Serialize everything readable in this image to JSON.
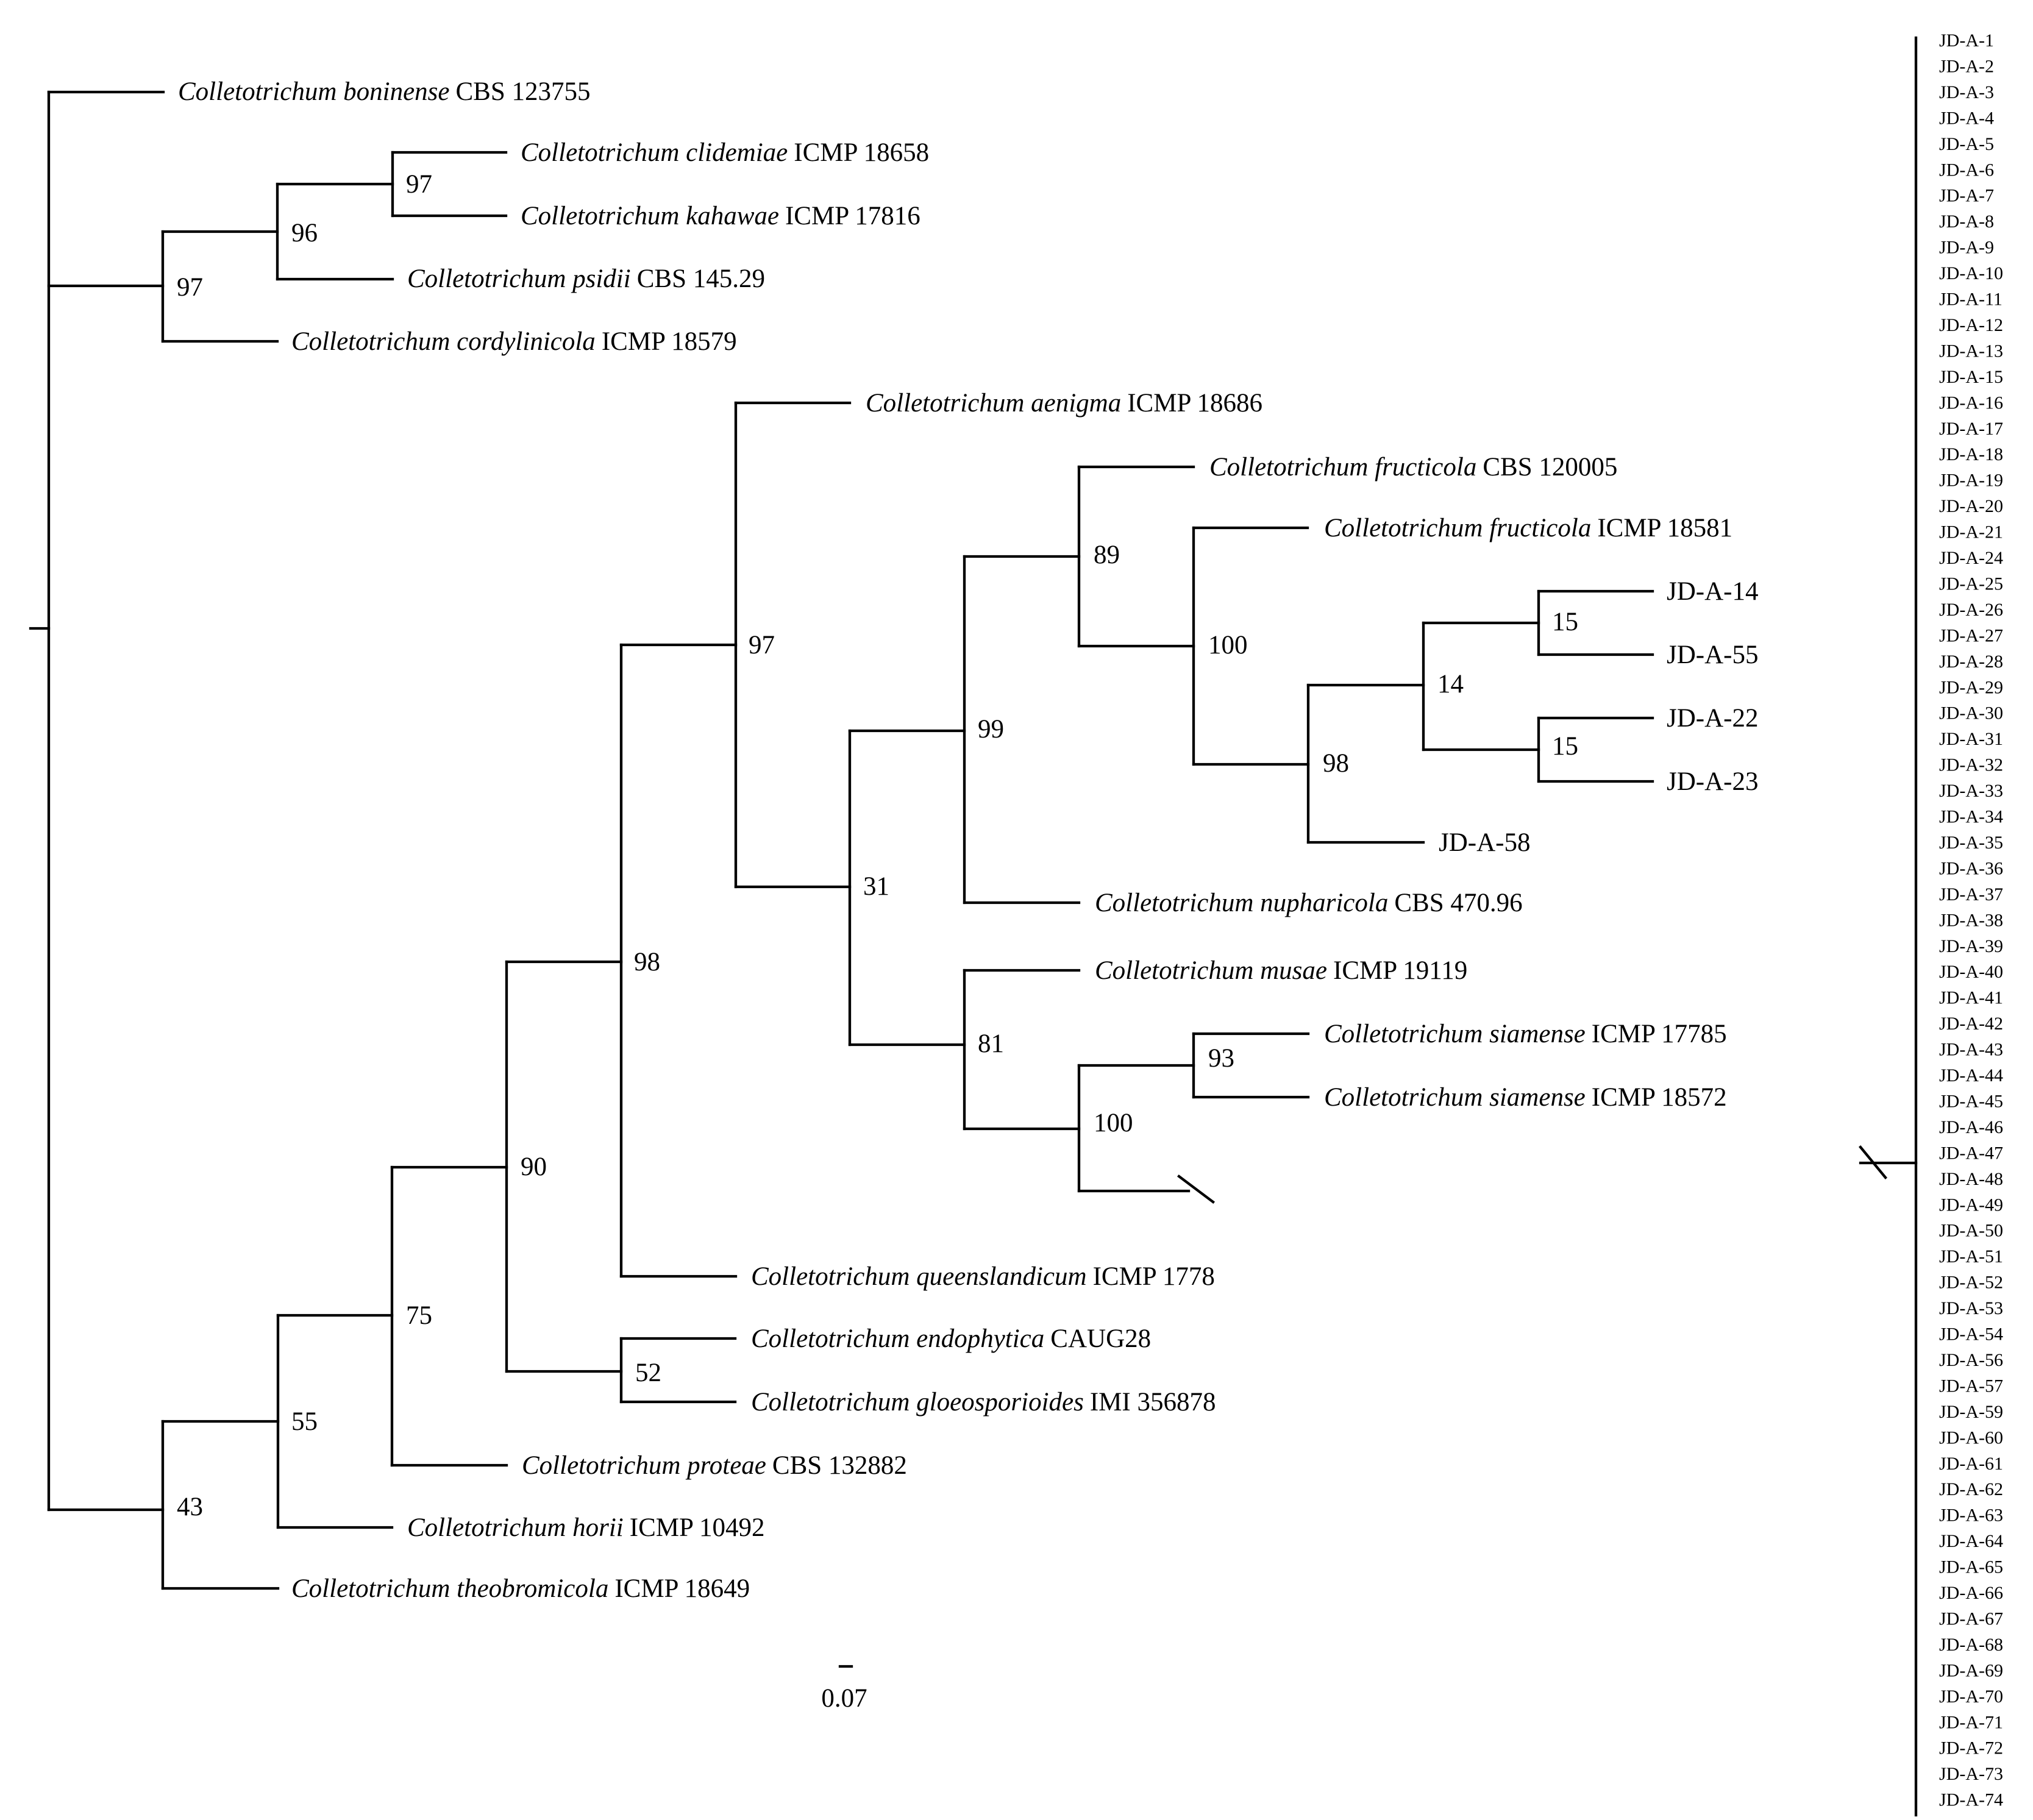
{
  "figure": {
    "scale_bar_label": "0.07"
  },
  "taxa": {
    "t1": {
      "species": "Colletotrichum boninense",
      "strain": "CBS 123755"
    },
    "t2": {
      "species": "Colletotrichum clidemiae",
      "strain": "ICMP 18658"
    },
    "t3": {
      "species": "Colletotrichum kahawae",
      "strain": "ICMP 17816"
    },
    "t4": {
      "species": "Colletotrichum psidii",
      "strain": "CBS 145.29"
    },
    "t5": {
      "species": "Colletotrichum cordylinicola",
      "strain": "ICMP 18579"
    },
    "t6": {
      "species": "Colletotrichum aenigma",
      "strain": "ICMP 18686"
    },
    "t7": {
      "species": "Colletotrichum fructicola",
      "strain": "CBS 120005"
    },
    "t8": {
      "species": "Colletotrichum fructicola",
      "strain": "ICMP 18581"
    },
    "t9": {
      "species": "",
      "strain": "JD-A-14"
    },
    "t10": {
      "species": "",
      "strain": "JD-A-55"
    },
    "t11": {
      "species": "",
      "strain": "JD-A-22"
    },
    "t12": {
      "species": "",
      "strain": "JD-A-23"
    },
    "t13": {
      "species": "",
      "strain": "JD-A-58"
    },
    "t14": {
      "species": "Colletotrichum nupharicola",
      "strain": "CBS 470.96"
    },
    "t15": {
      "species": "Colletotrichum musae",
      "strain": "ICMP 19119"
    },
    "t16": {
      "species": "Colletotrichum siamense",
      "strain": "ICMP 17785"
    },
    "t17": {
      "species": "Colletotrichum siamense",
      "strain": "ICMP 18572"
    },
    "t18": {
      "species": "Colletotrichum queenslandicum",
      "strain": "ICMP 1778"
    },
    "t19": {
      "species": "Colletotrichum endophytica",
      "strain": "CAUG28"
    },
    "t20": {
      "species": "Colletotrichum gloeosporioides",
      "strain": "IMI 356878"
    },
    "t21": {
      "species": "Colletotrichum proteae",
      "strain": "CBS 132882"
    },
    "t22": {
      "species": "Colletotrichum horii",
      "strain": "ICMP 10492"
    },
    "t23": {
      "species": "Colletotrichum theobromicola",
      "strain": "ICMP 18649"
    }
  },
  "support_values": {
    "n_clidemiae_kahawae": "97",
    "n_kahawae_group": "96",
    "n_kahawae_cordy": "97",
    "n_aenigma": "97",
    "n_fructicola": "89",
    "n_fructicola_isolates": "100",
    "n_isolates": "98",
    "n_14_55_22_23": "14",
    "n_14_55": "15",
    "n_22_23": "15",
    "n_nupharicola": "99",
    "n_fruct_musae": "31",
    "n_musae": "81",
    "n_siamense": "93",
    "n_siamense_clade": "100",
    "n_queensland": "98",
    "n_endophytica_gloeo": "52",
    "n_gloeo_group": "90",
    "n_proteae": "75",
    "n_horii": "55",
    "n_theobromicola": "43"
  },
  "collapsed_clade": [
    "JD-A-1",
    "JD-A-2",
    "JD-A-3",
    "JD-A-4",
    "JD-A-5",
    "JD-A-6",
    "JD-A-7",
    "JD-A-8",
    "JD-A-9",
    "JD-A-10",
    "JD-A-11",
    "JD-A-12",
    "JD-A-13",
    "JD-A-15",
    "JD-A-16",
    "JD-A-17",
    "JD-A-18",
    "JD-A-19",
    "JD-A-20",
    "JD-A-21",
    "JD-A-24",
    "JD-A-25",
    "JD-A-26",
    "JD-A-27",
    "JD-A-28",
    "JD-A-29",
    "JD-A-30",
    "JD-A-31",
    "JD-A-32",
    "JD-A-33",
    "JD-A-34",
    "JD-A-35",
    "JD-A-36",
    "JD-A-37",
    "JD-A-38",
    "JD-A-39",
    "JD-A-40",
    "JD-A-41",
    "JD-A-42",
    "JD-A-43",
    "JD-A-44",
    "JD-A-45",
    "JD-A-46",
    "JD-A-47",
    "JD-A-48",
    "JD-A-49",
    "JD-A-50",
    "JD-A-51",
    "JD-A-52",
    "JD-A-53",
    "JD-A-54",
    "JD-A-56",
    "JD-A-57",
    "JD-A-59",
    "JD-A-60",
    "JD-A-61",
    "JD-A-62",
    "JD-A-63",
    "JD-A-64",
    "JD-A-65",
    "JD-A-66",
    "JD-A-67",
    "JD-A-68",
    "JD-A-69",
    "JD-A-70",
    "JD-A-71",
    "JD-A-72",
    "JD-A-73",
    "JD-A-74"
  ]
}
